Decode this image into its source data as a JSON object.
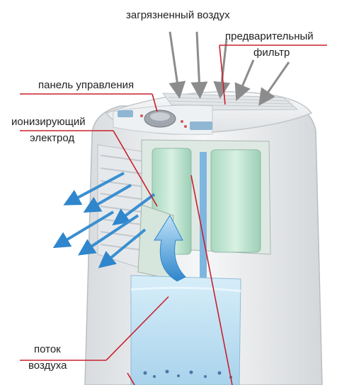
{
  "labels": {
    "polluted_air": "загрязненный воздух",
    "prefilter_line1": "предварительный",
    "prefilter_line2": "фильтр",
    "control_panel": "панель управления",
    "electrode_line1": "ионизирующий",
    "electrode_line2": "электрод",
    "airflow_line1": "поток",
    "airflow_line2": "воздуха"
  },
  "colors": {
    "leader": "#c8202c",
    "incoming_arrow": "#8c8c8c",
    "outgoing_arrow": "#3a8fd0",
    "water": "#bfe0f2",
    "filter": "#bfe4d2",
    "housing": "#eceef0"
  }
}
